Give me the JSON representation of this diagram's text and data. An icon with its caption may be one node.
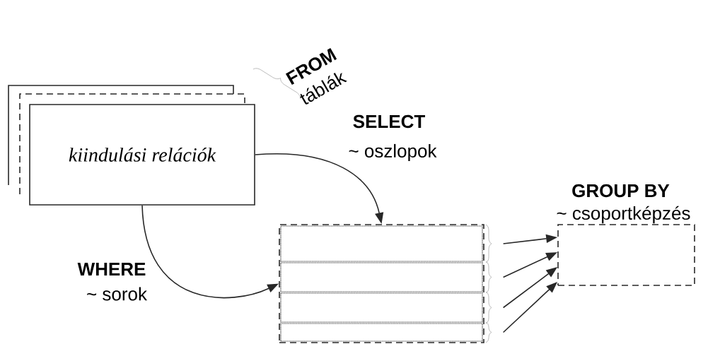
{
  "diagram": {
    "nodes": [
      {
        "text": [
          "kiindulási relációk"
        ]
      },
      {
        "text": [],
        "shape": "box"
      },
      {
        "text": [],
        "shape": "bar",
        "in": 1
      },
      {
        "text": [],
        "shape": "bar",
        "in": 1
      },
      {
        "text": [],
        "shape": "bar",
        "in": 1
      },
      {
        "text": [],
        "shape": "bar",
        "in": 1
      },
      {
        "text": [],
        "shape": "box",
        "beside": [
          "GROUP BY",
          "~ csoportképzés"
        ]
      }
    ],
    "edges": [
      {
        "from": 0,
        "to": 1,
        "arrow": "to"
      },
      {
        "from": 0,
        "to": 1,
        "arrow": "to"
      },
      {
        "from": 2,
        "to": 6,
        "arrow": "to"
      },
      {
        "from": 3,
        "to": 6,
        "arrow": "to"
      },
      {
        "from": 4,
        "to": 6,
        "arrow": "to"
      },
      {
        "from": 5,
        "to": 6,
        "arrow": "to"
      }
    ],
    "labels": [
      "FROM",
      "táblák",
      "SELECT",
      "~ oszlopok",
      "WHERE",
      "~ sorok"
    ]
  }
}
